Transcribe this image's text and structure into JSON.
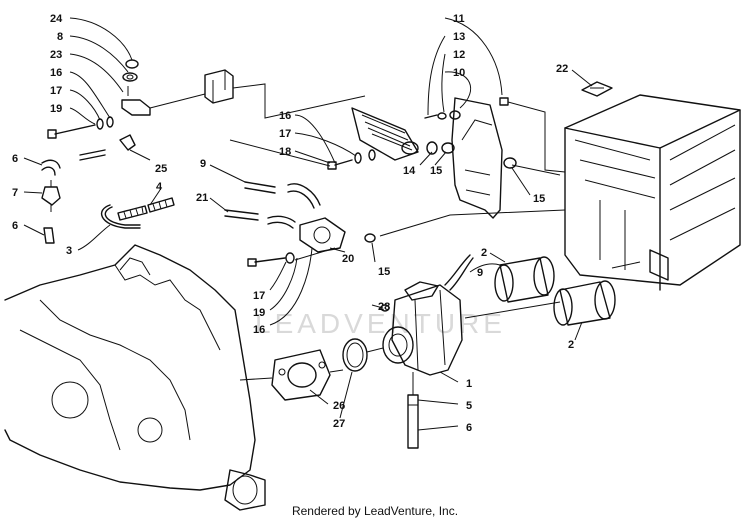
{
  "credit": "Rendered by LeadVenture, Inc.",
  "watermark": "LEADVENTURE",
  "callouts": {
    "n1": "1",
    "n2a": "2",
    "n2b": "2",
    "n3": "3",
    "n4": "4",
    "n5": "5",
    "n6a": "6",
    "n6b": "6",
    "n6c": "6",
    "n7": "7",
    "n8": "8",
    "n9a": "9",
    "n9b": "9",
    "n10": "10",
    "n11": "11",
    "n12": "12",
    "n13": "13",
    "n14": "14",
    "n15a": "15",
    "n15b": "15",
    "n15c": "15",
    "n16a": "16",
    "n16b": "16",
    "n16c": "16",
    "n17a": "17",
    "n17b": "17",
    "n17c": "17",
    "n18": "18",
    "n19a": "19",
    "n19b": "19",
    "n20": "20",
    "n21": "21",
    "n22": "22",
    "n23": "23",
    "n24": "24",
    "n25": "25",
    "n26": "26",
    "n27": "27",
    "n28": "28"
  },
  "colors": {
    "ink": "#111111",
    "watermark": "#d9d9d9",
    "background": "#ffffff"
  }
}
